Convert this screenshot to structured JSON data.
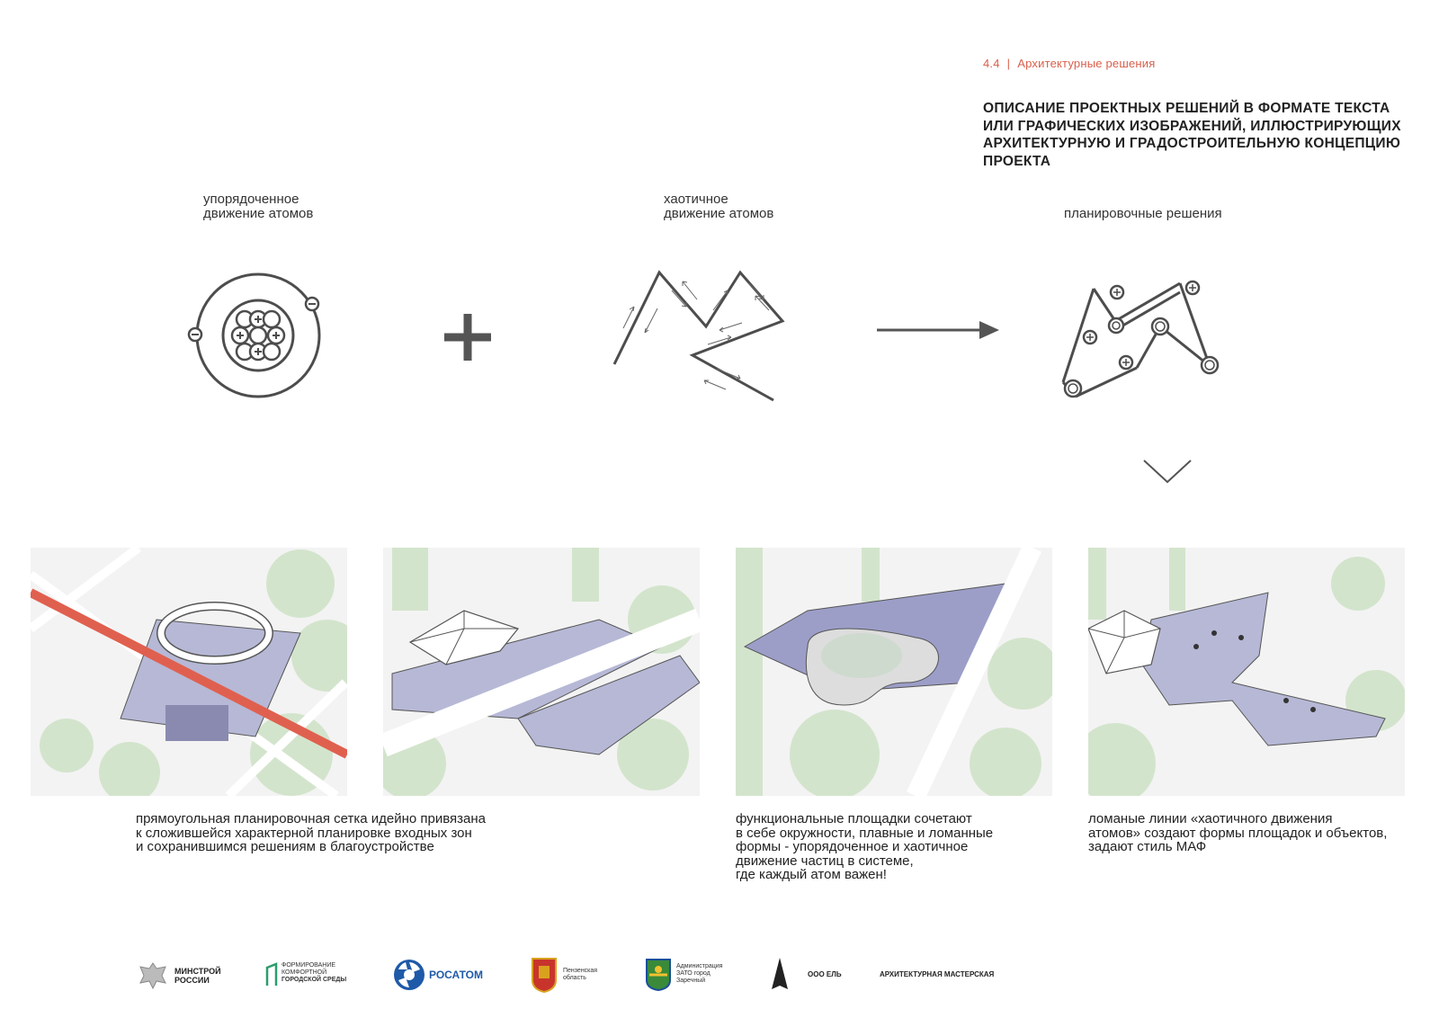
{
  "section": {
    "number": "4.4",
    "separator": "|",
    "title": "Архитектурные решения"
  },
  "heading": "ОПИСАНИЕ ПРОЕКТНЫХ РЕШЕНИЙ В ФОРМАТЕ ТЕКСТА ИЛИ ГРАФИЧЕСКИХ ИЗОБРАЖЕНИЙ, ИЛЛЮСТРИРУЮЩИХ АРХИТЕКТУРНУЮ И ГРАДОСТРОИТЕЛЬНУЮ КОНЦЕПЦИЮ ПРОЕКТА",
  "diagrams": [
    {
      "caption_line1": "упорядоченное",
      "caption_line2": "движение атомов"
    },
    {
      "caption_line1": "хаотичное",
      "caption_line2": "движение атомов"
    },
    {
      "caption_line1": "",
      "caption_line2": "планировочные решения"
    }
  ],
  "descriptions": {
    "left": [
      "прямоугольная планировочная сетка идейно привязана",
      "к сложившейся характерной планировке входных зон",
      "и сохранившимся решениям в благоустройстве"
    ],
    "middle": [
      "функциональные площадки сочетают",
      "в себе окружности, плавные и ломанные",
      "формы - упорядоченное и хаотичное",
      "движение частиц в системе,",
      "где каждый атом важен!"
    ],
    "right": [
      "ломаные линии «хаотичного движения",
      "атомов» создают формы площадок и объектов,",
      "задают стиль МАФ"
    ]
  },
  "footer": {
    "minstroy": [
      "МИНСТРОЙ",
      "РОССИИ"
    ],
    "formirovanie": [
      "ФОРМИРОВАНИЕ",
      "КОМФОРТНОЙ",
      "ГОРОДСКОЙ СРЕДЫ"
    ],
    "rosatom": "РОСАТОМ",
    "penza": [
      "Пензенская",
      "область"
    ],
    "zato": [
      "Администрация",
      "ЗАТО город",
      "Заречный"
    ],
    "el": "ООО ЕЛЬ",
    "arch": "АРХИТЕКТУРНАЯ МАСТЕРСКАЯ"
  },
  "colors": {
    "accent": "#d9604c",
    "paving": "#b6b8d6",
    "greenery": "#d3e4cc",
    "line": "#4d4d4d",
    "red_path": "#e0604f"
  }
}
